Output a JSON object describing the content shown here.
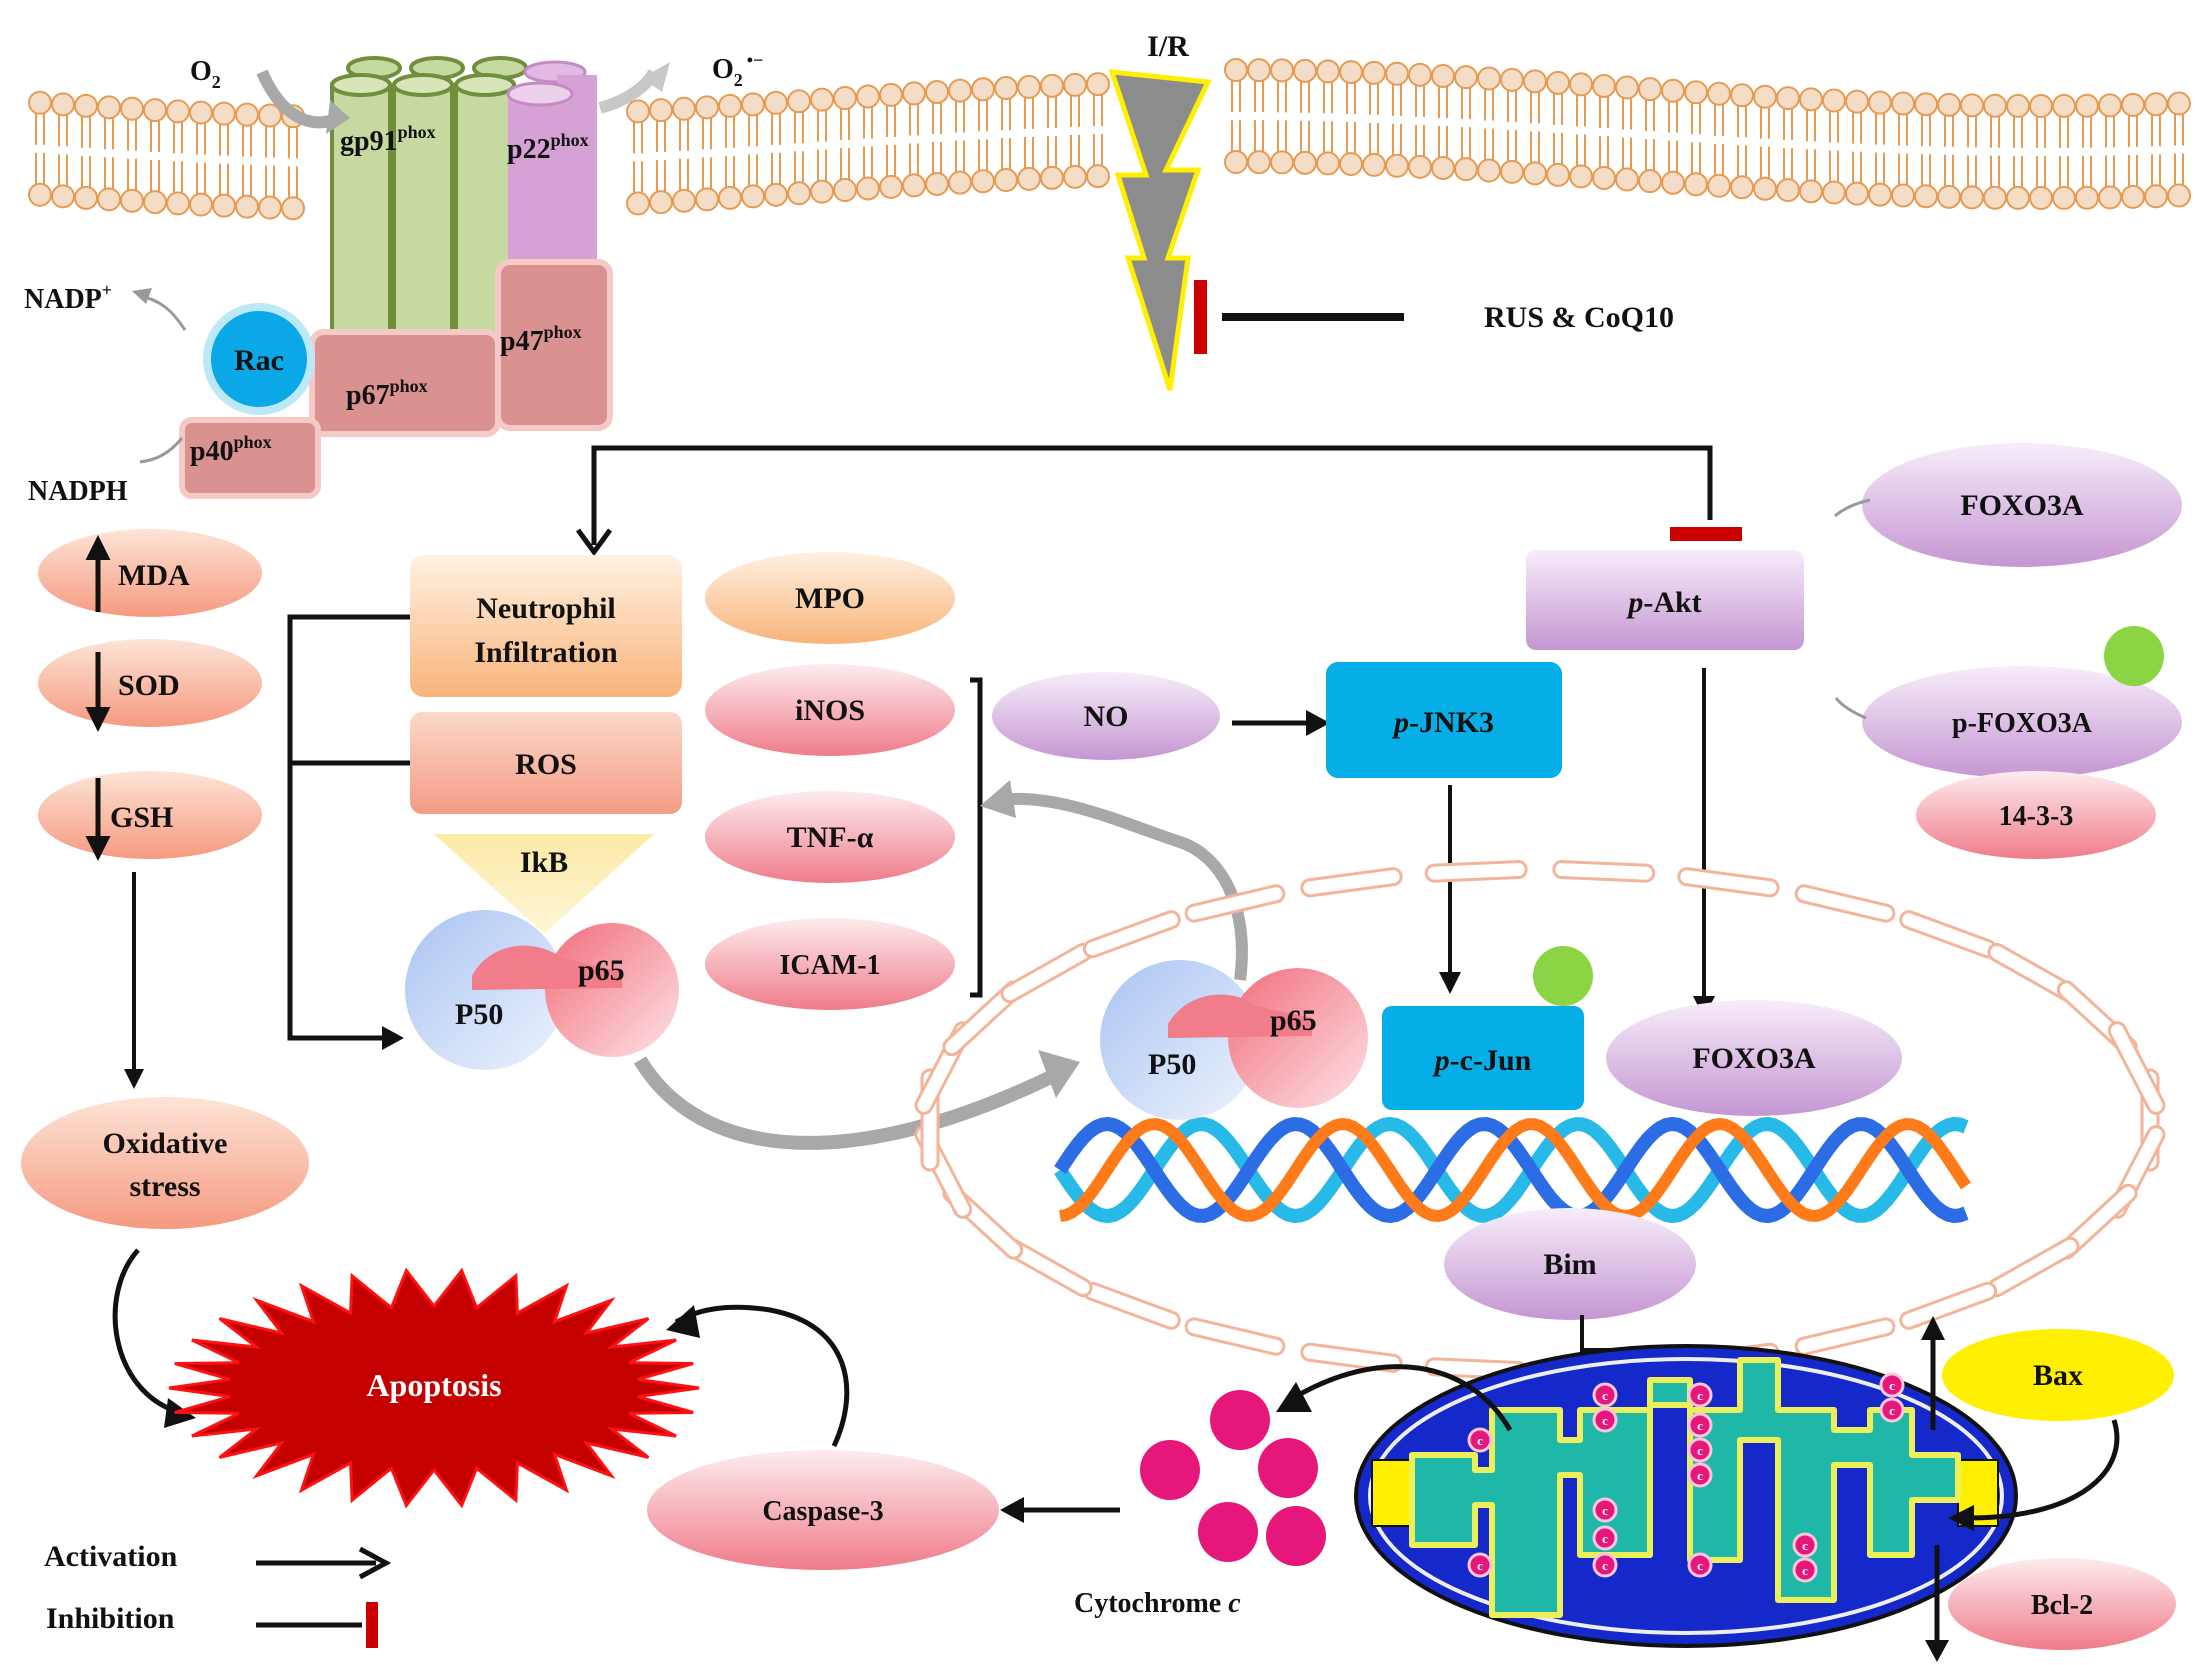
{
  "labels": {
    "o2": "O",
    "o2_sub": "2",
    "o2_radical": "O",
    "o2_radical_sub": "2",
    "o2_radical_sup": "•−",
    "ir": "I/R",
    "rus_coq10": "RUS & CoQ10",
    "gp91": "gp91",
    "gp91_sup": "phox",
    "p22": "p22",
    "p22_sup": "phox",
    "p47": "p47",
    "p47_sup": "phox",
    "p67": "p67",
    "p67_sup": "phox",
    "p40": "p40",
    "p40_sup": "phox",
    "rac": "Rac",
    "nadp": "NADP",
    "nadp_sup": "+",
    "nadph": "NADPH",
    "mda": "MDA",
    "sod": "SOD",
    "gsh": "GSH",
    "oxidative_1": "Oxidative",
    "oxidative_2": "stress",
    "neutrophil_1": "Neutrophil",
    "neutrophil_2": "Infiltration",
    "ros": "ROS",
    "ikb": "IkB",
    "p50": "P50",
    "p65": "p65",
    "mpo": "MPO",
    "inos": "iNOS",
    "tnf": "TNF-α",
    "icam": "ICAM-1",
    "no": "NO",
    "pjnk3_prefix": "p",
    "pjnk3_rest": "-JNK3",
    "pakt_prefix": "p",
    "pakt_rest": "-Akt",
    "foxo3a_top": "FOXO3A",
    "pfoxo3a": "p-FOXO3A",
    "p1433": "14-3-3",
    "pcjun_prefix": "p",
    "pcjun_rest": "-c-Jun",
    "foxo3a_nuc": "FOXO3A",
    "bim": "Bim",
    "bax": "Bax",
    "bcl2": "Bcl-2",
    "apoptosis": "Apoptosis",
    "caspase3": "Caspase-3",
    "cytc_text": "Cytochrome ",
    "cytc_italic": "c",
    "cyto_c_dot": "c"
  },
  "legend": {
    "activation": "Activation",
    "inhibition": "Inhibition"
  },
  "colors": {
    "membrane_head": "#f4ddc6",
    "membrane_edge": "#e79a52",
    "gp91": "#c6d9a0",
    "gp91_edge": "#6f8f3c",
    "p22": "#d6a2d6",
    "p_subunit": "#d9928f",
    "rac": "#0aa8e6",
    "salmon_light": "#fde0d2",
    "salmon_dark": "#f5937a",
    "pink_light": "#fde7ea",
    "pink_dark": "#f07d8b",
    "orange_light": "#fff0e0",
    "orange_dark": "#f9b67c",
    "purple_light": "#f6eafa",
    "purple_dark": "#c79bd3",
    "cyan_box": "#06aee8",
    "bolt_fill": "#8c8c8c",
    "bolt_edge": "#ffef00",
    "inhibit_red": "#cc0000",
    "apoptosis_red": "#c40000",
    "bax_yellow": "#ffef00",
    "cyt_c_magenta": "#e6177a",
    "mito_blue": "#1528c9",
    "mito_teal": "#1eb7a8",
    "green_dot": "#8bd444",
    "dna_orange": "#ff7b1a",
    "dna_blue": "#2c6ce5",
    "dna_cyan": "#27b9e8",
    "arrow_gray": "#a8a8a8"
  }
}
